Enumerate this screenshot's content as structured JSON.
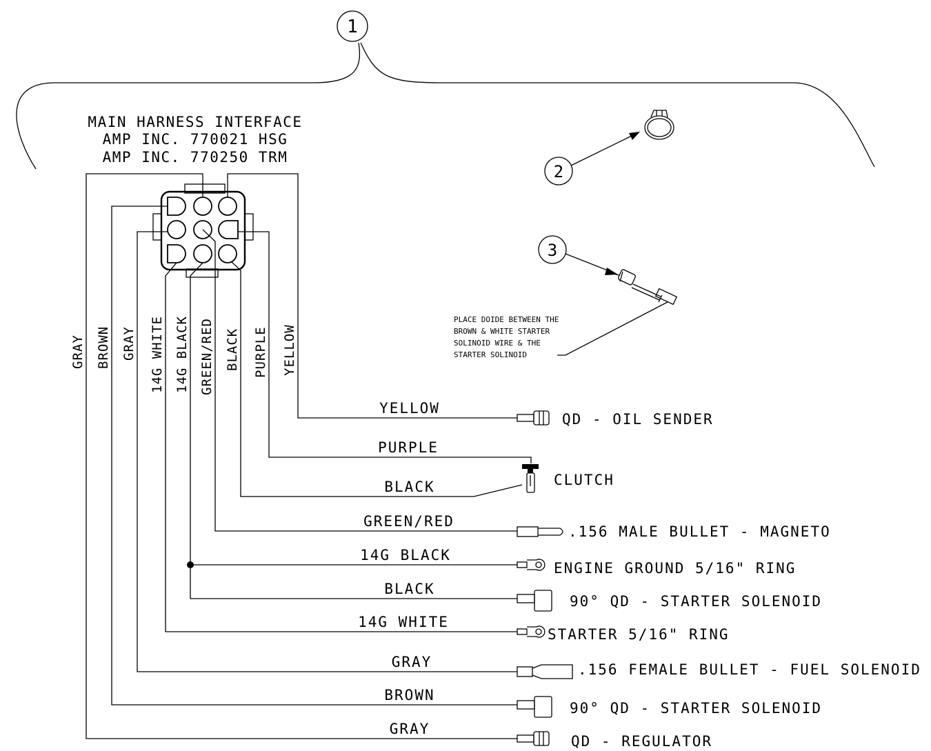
{
  "callouts": [
    "1",
    "2",
    "3"
  ],
  "header": {
    "line1": "MAIN HARNESS INTERFACE",
    "line2": "AMP INC. 770021 HSG",
    "line3": "AMP INC. 770250 TRM"
  },
  "vertical_labels": [
    "GRAY",
    "BROWN",
    "GRAY",
    "14G WHITE",
    "14G BLACK",
    "GREEN/RED",
    "BLACK",
    "PURPLE",
    "YELLOW"
  ],
  "note": {
    "line1": "PLACE DOIDE BETWEEN THE",
    "line2": "BROWN & WHITE STARTER",
    "line3": "SOLINOID WIRE & THE",
    "line4": "STARTER SOLINOID"
  },
  "wires": [
    {
      "wire": "YELLOW",
      "terminal": "QD - OIL SENDER"
    },
    {
      "wire": "PURPLE",
      "terminal": ""
    },
    {
      "wire": "BLACK",
      "terminal": "CLUTCH"
    },
    {
      "wire": "GREEN/RED",
      "terminal": ".156 MALE BULLET - MAGNETO"
    },
    {
      "wire": "14G BLACK",
      "terminal": "ENGINE GROUND 5/16\" RING"
    },
    {
      "wire": "BLACK",
      "terminal": "90° QD - STARTER SOLENOID"
    },
    {
      "wire": "14G WHITE",
      "terminal": "STARTER 5/16\" RING"
    },
    {
      "wire": "GRAY",
      "terminal": ".156 FEMALE BULLET - FUEL SOLENOID"
    },
    {
      "wire": "BROWN",
      "terminal": "90° QD - STARTER SOLENOID"
    },
    {
      "wire": "GRAY",
      "terminal": "QD - REGULATOR"
    }
  ]
}
